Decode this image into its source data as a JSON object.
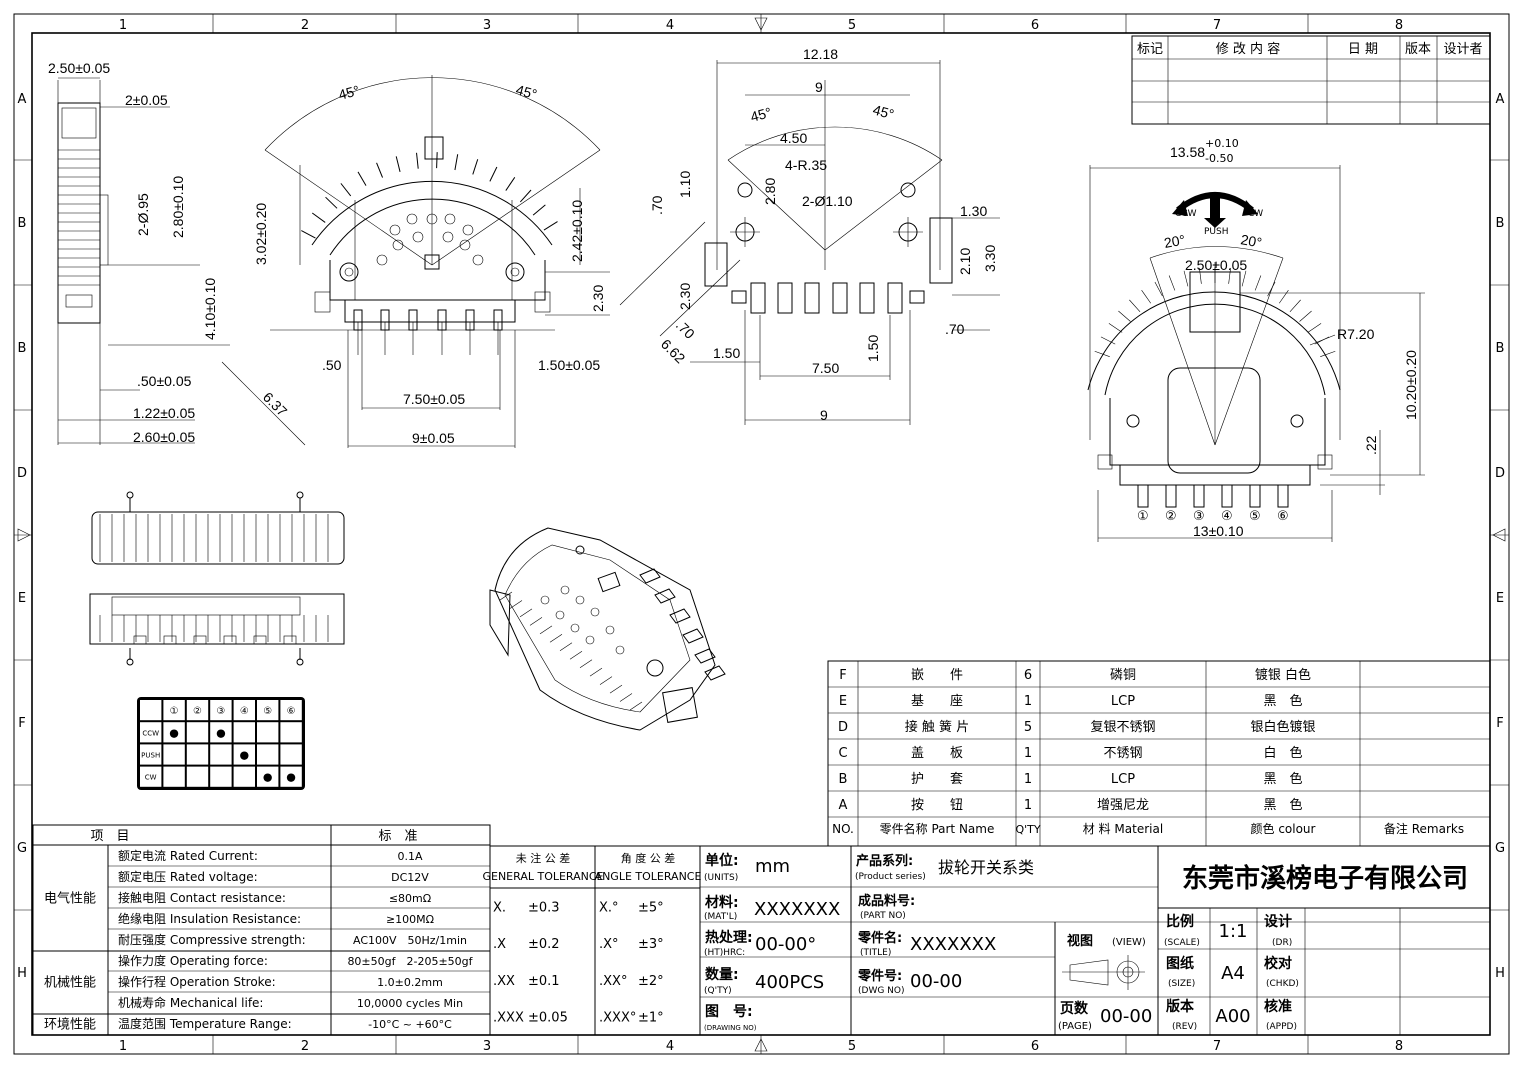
{
  "border": {
    "columns": [
      "1",
      "2",
      "3",
      "4",
      "5",
      "6",
      "7",
      "8"
    ],
    "rows": [
      "A",
      "B",
      "B",
      "D",
      "E",
      "F",
      "G",
      "H"
    ]
  },
  "revision_table": {
    "headers": [
      "标记",
      "修 改 内 容",
      "日 期",
      "版本",
      "设计者"
    ]
  },
  "views": {
    "side": {
      "dims": [
        "2.50±0.05",
        "2±0.05",
        "2-Ø.95",
        "2.80±0.10",
        "4.10±0.10",
        ".50±0.05",
        "1.22±0.05",
        "2.60±0.05"
      ]
    },
    "front": {
      "dims": [
        "45°",
        "45°",
        "3.02±0.20",
        "2.42±0.10",
        "2.30",
        ".50",
        "1.50±0.05",
        "7.50±0.05",
        "9±0.05",
        "6.37"
      ]
    },
    "pcb": {
      "dims": [
        "12.18",
        "9",
        "45°",
        "45°",
        "4.50",
        "4-R.35",
        "1.10",
        "2.80",
        "2-Ø1.10",
        "1.30",
        ".70",
        "2.10",
        "3.30",
        "2.30",
        ".70",
        "6.62",
        "1.50",
        "7.50",
        "1.50",
        ".70",
        "9"
      ]
    },
    "top": {
      "dims": [
        "13.58",
        "+0.10",
        "-0.50",
        "CCW",
        "CW",
        "PUSH",
        "20°",
        "20°",
        "2.50±0.05",
        "R7.20",
        "10.20±0.20",
        ".22",
        "13±0.10"
      ],
      "pin_labels": [
        "①",
        "②",
        "③",
        "④",
        "⑤",
        "⑥"
      ]
    }
  },
  "logic_table": {
    "header": [
      "",
      "①",
      "②",
      "③",
      "④",
      "⑤",
      "⑥"
    ],
    "rows": [
      {
        "label": "CCW",
        "cells": [
          "●",
          "",
          "●",
          "",
          "",
          ""
        ]
      },
      {
        "label": "PUSH",
        "cells": [
          "",
          "",
          "",
          "●",
          "",
          ""
        ]
      },
      {
        "label": "CW",
        "cells": [
          "",
          "",
          "",
          "",
          "●",
          "●"
        ]
      }
    ]
  },
  "bom": {
    "rows": [
      {
        "no": "F",
        "name": "嵌　　件",
        "qty": "6",
        "material": "磷铜",
        "colour": "镀银 白色",
        "remarks": ""
      },
      {
        "no": "E",
        "name": "基　　座",
        "qty": "1",
        "material": "LCP",
        "colour": "黑　色",
        "remarks": ""
      },
      {
        "no": "D",
        "name": "接 触 簧 片",
        "qty": "5",
        "material": "复银不锈钢",
        "colour": "银白色镀银",
        "remarks": ""
      },
      {
        "no": "C",
        "name": "盖　　板",
        "qty": "1",
        "material": "不锈钢",
        "colour": "白　色",
        "remarks": ""
      },
      {
        "no": "B",
        "name": "护　　套",
        "qty": "1",
        "material": "LCP",
        "colour": "黑　色",
        "remarks": ""
      },
      {
        "no": "A",
        "name": "按　　钮",
        "qty": "1",
        "material": "增强尼龙",
        "colour": "黑　色",
        "remarks": ""
      }
    ],
    "header": {
      "no": "NO.",
      "name": "零件名称 Part Name",
      "qty": "Q'TY",
      "material": "材 料 Material",
      "colour": "颜色 colour",
      "remarks": "备注 Remarks"
    }
  },
  "spec_table": {
    "header": {
      "item": "项　目",
      "std": "标　准"
    },
    "groups": [
      {
        "name": "电气性能",
        "rows": [
          {
            "label": "额定电流 Rated Current:",
            "value": "0.1A"
          },
          {
            "label": "额定电压 Rated voltage:",
            "value": "DC12V"
          },
          {
            "label": "接触电阻 Contact resistance:",
            "value": "≤80mΩ"
          },
          {
            "label": "绝缘电阻 Insulation Resistance:",
            "value": "≥100MΩ"
          },
          {
            "label": "耐压强度 Compressive strength:",
            "value": "AC100V　50Hz/1min"
          }
        ]
      },
      {
        "name": "机械性能",
        "rows": [
          {
            "label": "操作力度 Operating force:",
            "value": "80±50gf　2-205±50gf"
          },
          {
            "label": "操作行程 Operation Stroke:",
            "value": "1.0±0.2mm"
          },
          {
            "label": "机械寿命 Mechanical life:",
            "value": "10,0000 cycles Min"
          }
        ]
      },
      {
        "name": "环境性能",
        "rows": [
          {
            "label": "温度范围 Temperature Range:",
            "value": "-10°C ~ +60°C"
          }
        ]
      }
    ]
  },
  "tolerance": {
    "general_title": "未 注 公 差",
    "general_sub": "GENERAL TOLERANCE",
    "angle_title": "角 度 公 差",
    "angle_sub": "ANGLE TOLERANCE",
    "rows": [
      {
        "g": "X.",
        "gv": "±0.3",
        "a": "X.°",
        "av": "±5°"
      },
      {
        "g": ".X",
        "gv": "±0.2",
        "a": ".X°",
        "av": "±3°"
      },
      {
        "g": ".XX",
        "gv": "±0.1",
        "a": ".XX°",
        "av": "±2°"
      },
      {
        "g": ".XXX",
        "gv": "±0.05",
        "a": ".XXX°",
        "av": "±1°"
      }
    ]
  },
  "title_block": {
    "units_label": "单位:",
    "units_sub": "(UNITS)",
    "units": "mm",
    "mat_label": "材料:",
    "mat_sub": "(MAT'L)",
    "mat": "XXXXXXX",
    "ht_label": "热处理:",
    "ht_sub": "(HT)HRC:",
    "ht": "00-00°",
    "qty_label": "数量:",
    "qty_sub": "(Q'TY)",
    "qty": "400PCS",
    "drw_label": "图　号:",
    "drw_sub": "(DRAWING NO)",
    "series_label": "产品系列:",
    "series_sub": "(Product series)",
    "series": "拔轮开关系类",
    "part_label": "成品料号:",
    "part_sub": "(PART NO)",
    "title_label": "零件名:",
    "title_sub": "(TITLE)",
    "title": "XXXXXXX",
    "dwg_label": "零件号:",
    "dwg_sub": "(DWG NO)",
    "dwg": "00-00",
    "view_label": "视图",
    "view_sub": "(VIEW)",
    "page_label": "页数",
    "page_sub": "(PAGE)",
    "page": "00-00",
    "company": "东莞市溪榜电子有限公司",
    "scale_label": "比例",
    "scale_sub": "(SCALE)",
    "scale": "1:1",
    "size_label": "图纸",
    "size_sub": "(SIZE)",
    "size": "A4",
    "rev_label": "版本",
    "rev_sub": "(REV)",
    "rev": "A00",
    "dr_label": "设计",
    "dr_sub": "(DR)",
    "chkd_label": "校对",
    "chkd_sub": "(CHKD)",
    "appd_label": "核准",
    "appd_sub": "(APPD)"
  }
}
